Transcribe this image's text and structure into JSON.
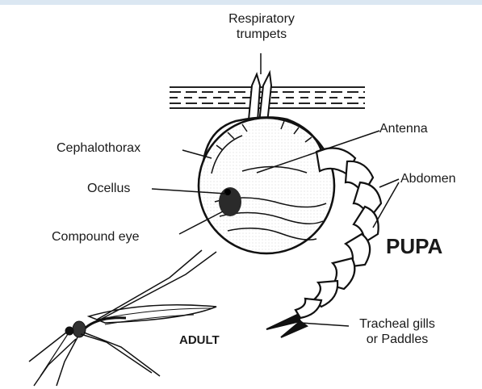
{
  "labels": {
    "respiratory_line1": "Respiratory",
    "respiratory_line2": "trumpets",
    "antenna": "Antenna",
    "cephalothorax": "Cephalothorax",
    "abdomen": "Abdomen",
    "ocellus": "Ocellus",
    "compound_eye": "Compound eye",
    "pupa": "PUPA",
    "adult": "ADULT",
    "tracheal_line1": "Tracheal gills",
    "tracheal_line2": "or Paddles"
  }
}
